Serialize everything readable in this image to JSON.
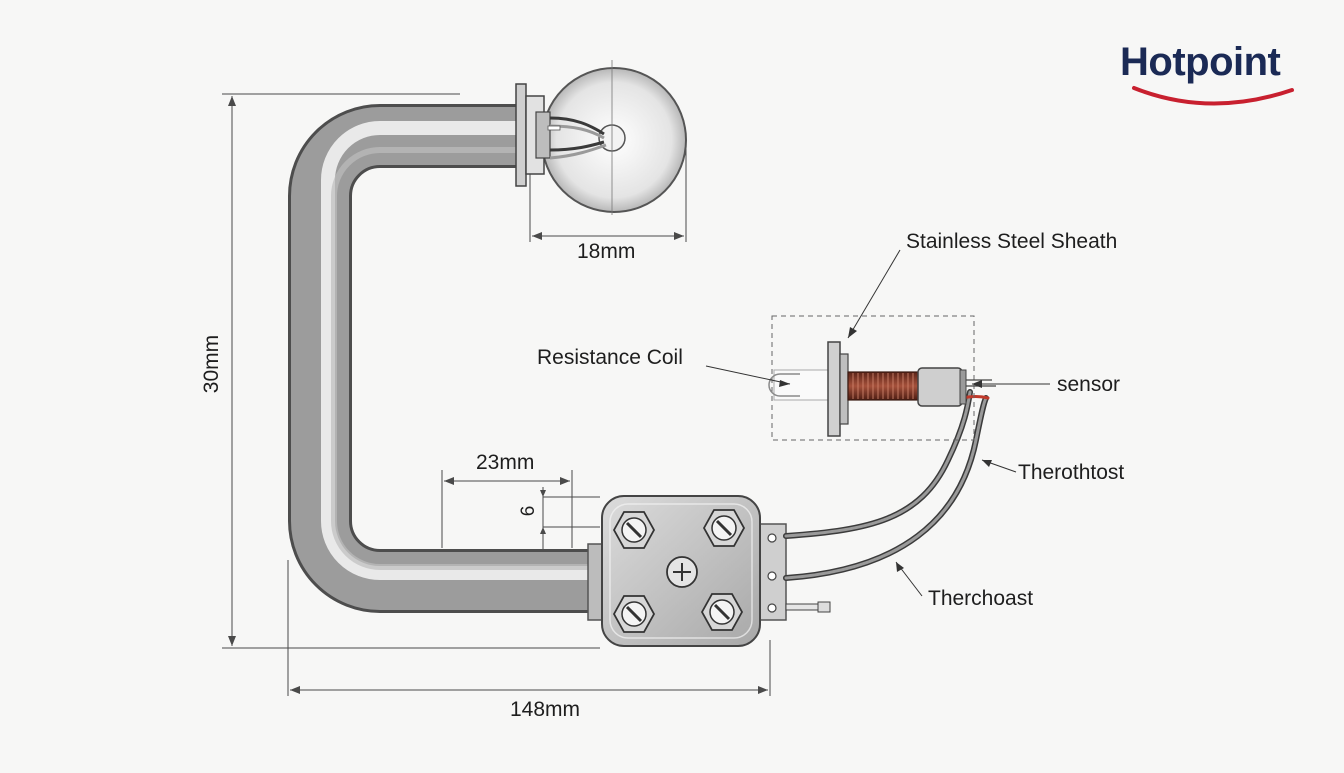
{
  "brand": {
    "logo_text": "Hotpoint",
    "text_color": "#1b2a55",
    "swoosh_color": "#c8202f"
  },
  "dimensions": {
    "flange_diameter": "18mm",
    "height": "30mm",
    "offset": "23mm",
    "small": "6",
    "width": "148mm"
  },
  "callouts": {
    "sheath": "Stainless Steel Sheath",
    "coil": "Resistance Coil",
    "sensor": "sensor",
    "thermostat_1": "Therothtost",
    "thermostat_2": "Therchoast"
  },
  "colors": {
    "tube": "#a9a9a9",
    "coil": "#8b3a2a",
    "wire_red": "#c0392b"
  }
}
